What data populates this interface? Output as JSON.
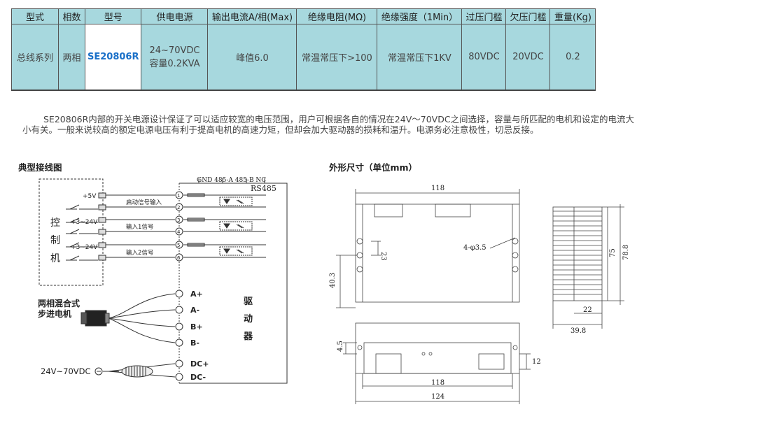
{
  "table": {
    "headers": [
      "型式",
      "相数",
      "型号",
      "供电电源",
      "输出电流A/相(Max)",
      "绝缘电阻(MΩ)",
      "绝缘强度（1Min）",
      "过压门槛",
      "欠压门槛",
      "重量(Kg)"
    ],
    "row": {
      "type": "总线系列",
      "phase": "两相",
      "model": "SE20806R",
      "supply_line1": "24~70VDC",
      "supply_line2": "容量0.2KVA",
      "current": "峰值6.0",
      "resistance": "常温常压下>100",
      "strength": "常温常压下1KV",
      "overvoltage": "80VDC",
      "undervoltage": "20VDC",
      "weight": "0.2"
    }
  },
  "description": "SE20806R内部的开关电源设计保证了可以适应较宽的电压范围，用户可根据各自的情况在24V～70VDC之间选择，容量与所匹配的电机和设定的电流大小有关。一般来说较高的额定电源电压有利于提高电机的高速力矩，但却会加大驱动器的损耗和温升。电源务必注意极性，切忌反接。",
  "wiring": {
    "title": "典型接线图",
    "bus_header": "GND  485-A  485-B  NC",
    "rs485": "RS485",
    "controller_chars": [
      "控",
      "制",
      "机"
    ],
    "plus5v": "+5V",
    "v1": "+3~24V",
    "v2": "+3~24V",
    "sig_start": "启动信号输入",
    "sig_in1": "输入1信号",
    "sig_in2": "输入2信号",
    "pins": [
      "1",
      "2",
      "3",
      "4",
      "5",
      "6"
    ],
    "motor_label_1": "两相混合式",
    "motor_label_2": "步进电机",
    "motor_pins": [
      "A+",
      "A-",
      "B+",
      "B-"
    ],
    "power_pins": [
      "DC+",
      "DC-"
    ],
    "power_label": "24V~70VDC",
    "driver_chars": [
      "驱",
      "动",
      "器"
    ]
  },
  "dimensions": {
    "title": "外形尺寸（单位mm）",
    "dim_118_top": "118",
    "dim_hole": "4-φ3.5",
    "dim_23": "23",
    "dim_40_3": "40.3",
    "dim_75": "75",
    "dim_78_8": "78.8",
    "dim_22": "22",
    "dim_39_8": "39.8",
    "dim_4_5": "4.5",
    "dim_12": "12",
    "dim_118_bottom": "118",
    "dim_124": "124"
  }
}
